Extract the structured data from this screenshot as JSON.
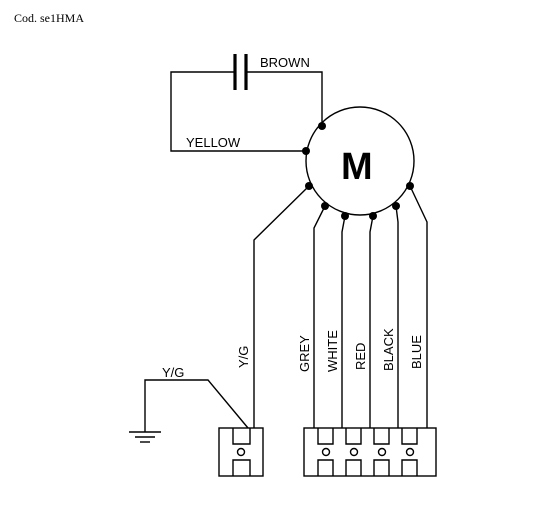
{
  "header": {
    "code": "Cod. se1HMA",
    "corner_mark": ""
  },
  "motor": {
    "label": "M"
  },
  "wires": {
    "brown": "BROWN",
    "yellow": "YELLOW",
    "yg_terminal": "Y/G",
    "yg_ground": "Y/G",
    "grey": "GREY",
    "white": "WHITE",
    "red": "RED",
    "black": "BLACK",
    "blue": "BLUE"
  },
  "colors": {
    "line": "#000000",
    "background": "#ffffff"
  }
}
